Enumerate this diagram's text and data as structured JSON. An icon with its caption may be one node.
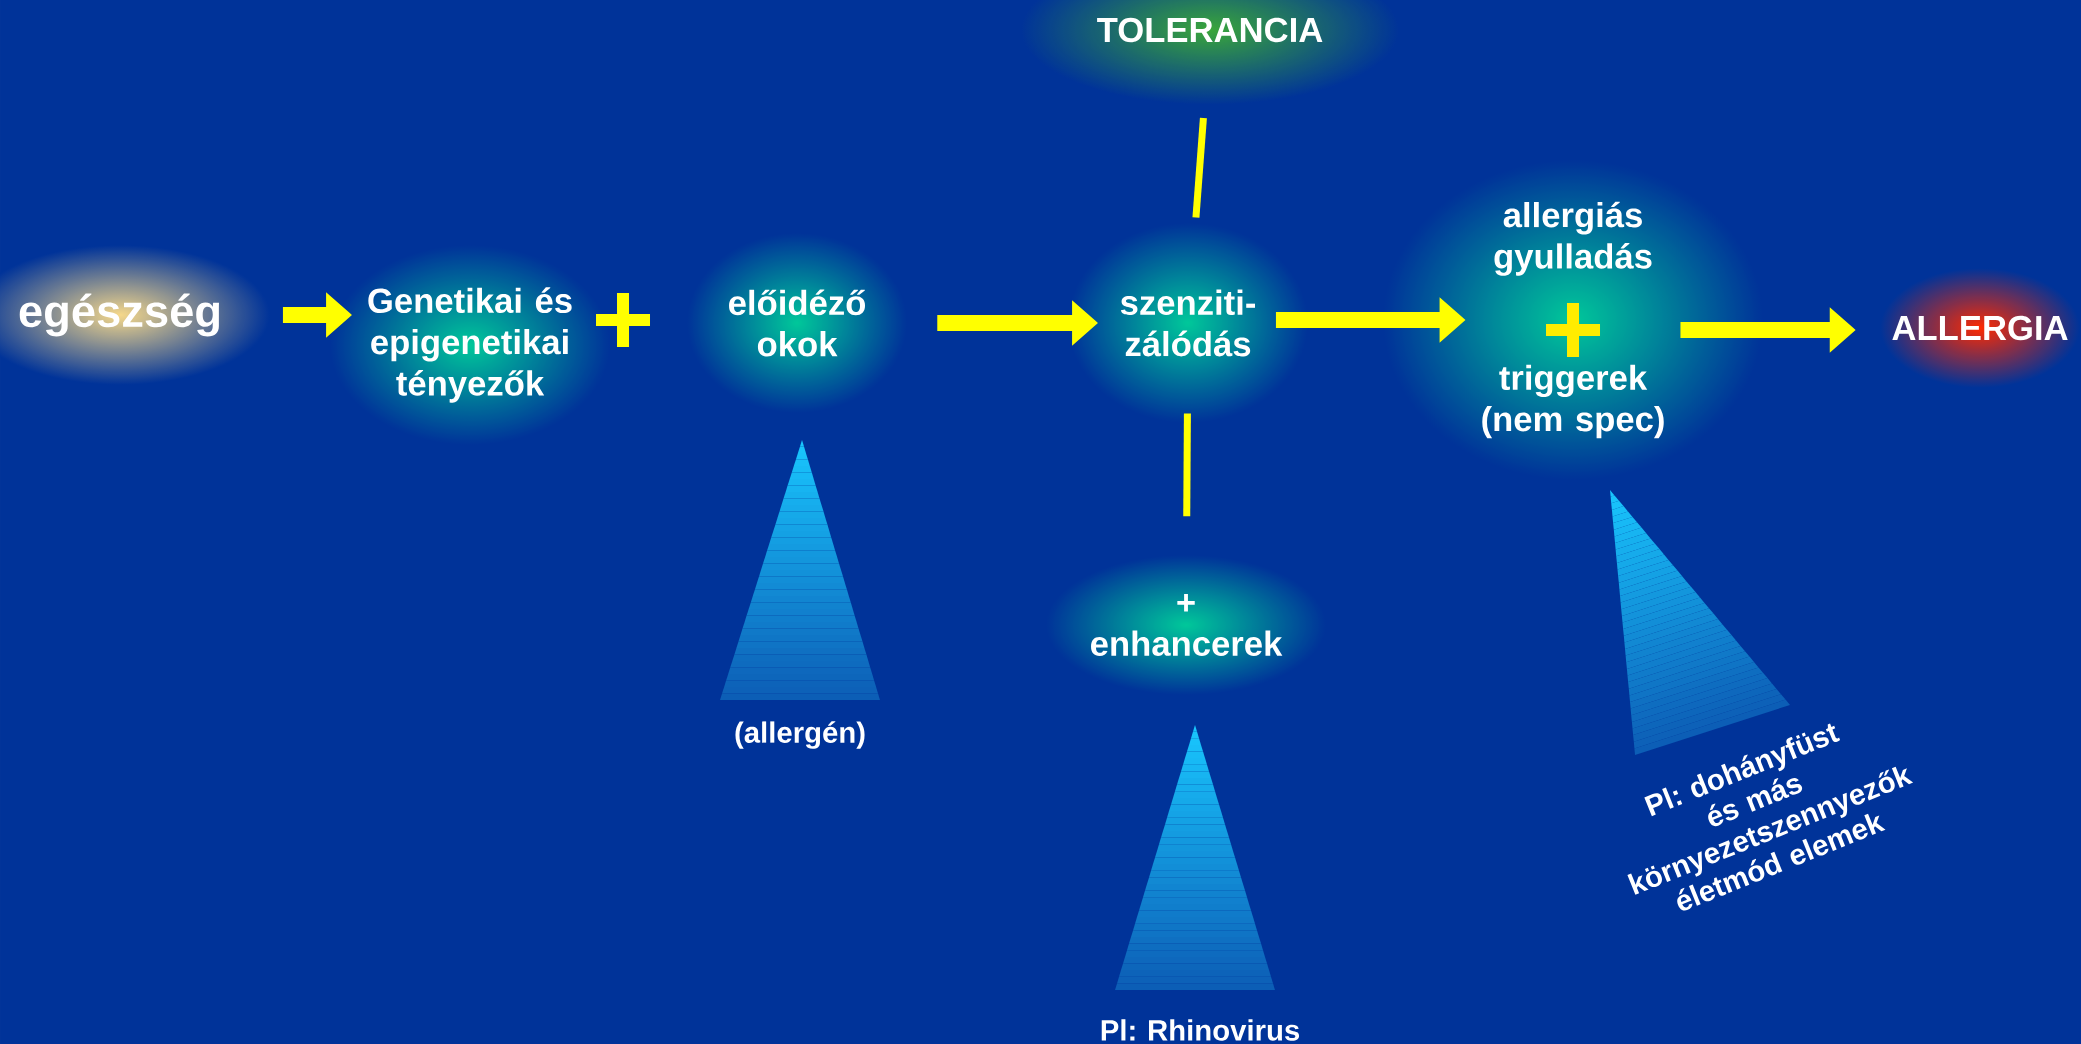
{
  "diagram": {
    "nodes": [
      {
        "text": [
          "egészség"
        ]
      },
      {
        "text": [
          "Genetikai és epigenetikai tényezők"
        ]
      },
      {
        "text": [
          "előidéző okok"
        ]
      },
      {
        "text": [
          "szenziti- zálódás"
        ]
      },
      {
        "text": [
          "allergiás gyulladás",
          "triggerek (nem spec)"
        ]
      },
      {
        "text": [
          "ALLERGIA"
        ]
      },
      {
        "text": [
          "TOLERANCIA"
        ]
      },
      {
        "text": [
          "+",
          "enhancerek"
        ]
      }
    ],
    "edges": [
      {
        "from": 0,
        "to": 1,
        "arrow": "to"
      },
      {
        "from": 2,
        "to": 3,
        "arrow": "to"
      },
      {
        "from": 3,
        "to": 4,
        "arrow": "to"
      },
      {
        "from": 4,
        "to": 5,
        "arrow": "to"
      },
      {
        "from": 3,
        "to": 6,
        "arrow": "none"
      },
      {
        "from": 3,
        "to": 7,
        "arrow": "none"
      }
    ],
    "labels": [
      "(allergén)",
      "Pl: Rhinovirus",
      "Pl: dohányfüst és más környezetszennyezők életmód elemek"
    ]
  }
}
